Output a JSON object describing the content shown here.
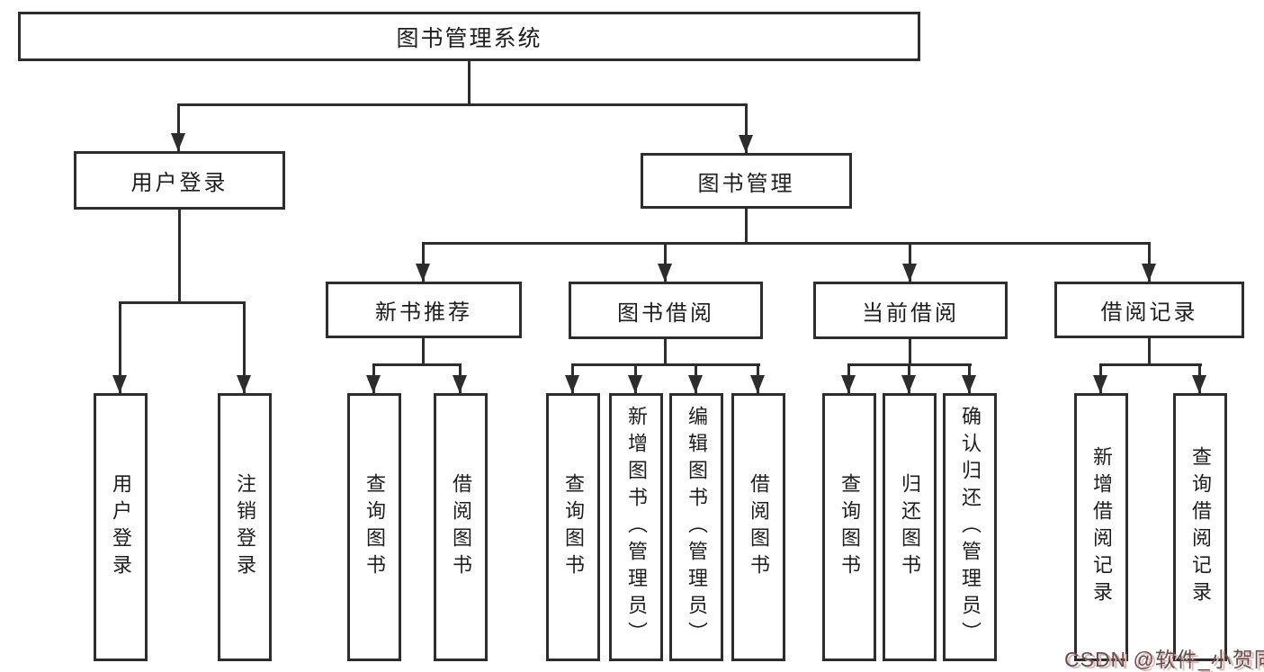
{
  "diagram": {
    "title": "图书管理系统",
    "branches": [
      {
        "label": "用户登录",
        "leaves": [
          "用户登录",
          "注销登录"
        ]
      },
      {
        "label": "图书管理",
        "groups": [
          {
            "label": "新书推荐",
            "leaves": [
              "查询图书",
              "借阅图书"
            ]
          },
          {
            "label": "图书借阅",
            "leaves": [
              "查询图书",
              "新增图书（管理员）",
              "编辑图书（管理员）",
              "借阅图书"
            ]
          },
          {
            "label": "当前借阅",
            "leaves": [
              "查询图书",
              "归还图书",
              "确认归还（管理员）"
            ]
          },
          {
            "label": "借阅记录",
            "leaves": [
              "新增借阅记录",
              "查询借阅记录"
            ]
          }
        ]
      }
    ]
  },
  "watermark": {
    "text": "CSDN @软件_小贺同学"
  },
  "colors": {
    "background": "#ffffff",
    "line": "#2d2d2d",
    "box_border": "#2d2d2d",
    "text": "#1e1e1e",
    "watermark_text": "#555555",
    "watermark_shadow": "#f7aba6"
  }
}
